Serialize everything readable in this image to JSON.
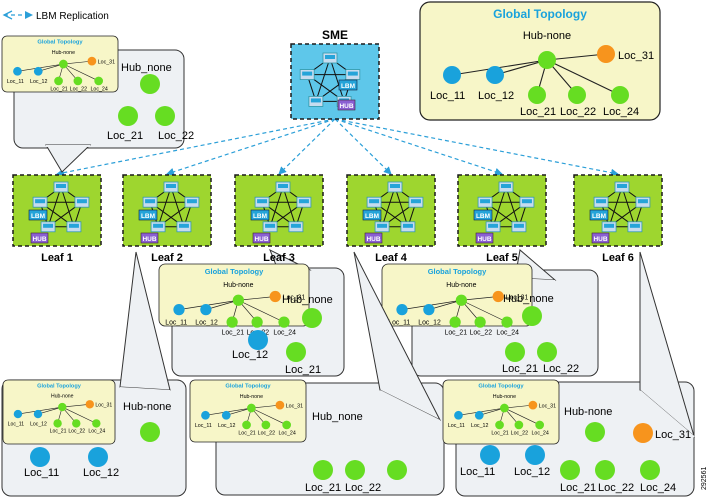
{
  "legend": {
    "label": "LBM Replication"
  },
  "sme": {
    "title": "SME"
  },
  "leaves": [
    "Leaf 1",
    "Leaf 2",
    "Leaf 3",
    "Leaf 4",
    "Leaf 5",
    "Leaf 6"
  ],
  "cluster_icon_labels": {
    "lbm": "LBM",
    "hub": "HUB"
  },
  "global_topology": {
    "title": "Global Topology",
    "hub": "Hub-none",
    "locations": [
      "Loc_11",
      "Loc_12",
      "Loc_21",
      "Loc_22",
      "Loc_24",
      "Loc_31"
    ]
  },
  "callouts": [
    {
      "id": "leaf1",
      "hub": "Hub_none",
      "locations": [
        "Loc_21",
        "Loc_22"
      ]
    },
    {
      "id": "leaf3",
      "hub": "Hub_none",
      "locations": [
        "Loc_12",
        "Loc_21"
      ]
    },
    {
      "id": "leaf5",
      "hub": "Hub_none",
      "locations": [
        "Loc_21",
        "Loc_22"
      ]
    },
    {
      "id": "leaf2",
      "hub": "Hub-none",
      "locations": [
        "Loc_11",
        "Loc_12"
      ]
    },
    {
      "id": "leaf4",
      "hub": "Hub_none",
      "locations": [
        "Loc_21",
        "Loc_22",
        "Loc_24"
      ]
    },
    {
      "id": "leaf6",
      "hub": "Hub-none",
      "locations": [
        "Loc_11",
        "Loc_12",
        "Loc_21",
        "Loc_22",
        "Loc_24",
        "Loc_31"
      ]
    }
  ],
  "figure_id": "292561",
  "colors": {
    "leaf_fill": "#9ed62f",
    "sme_fill": "#5ec7ea",
    "topology_fill": "#f7f6c8",
    "callout_fill": "#eef1f4",
    "node_green": "#66dd22",
    "node_blue": "#19a2dc",
    "node_orange": "#f7941d",
    "arrow": "#2b9fd8"
  }
}
